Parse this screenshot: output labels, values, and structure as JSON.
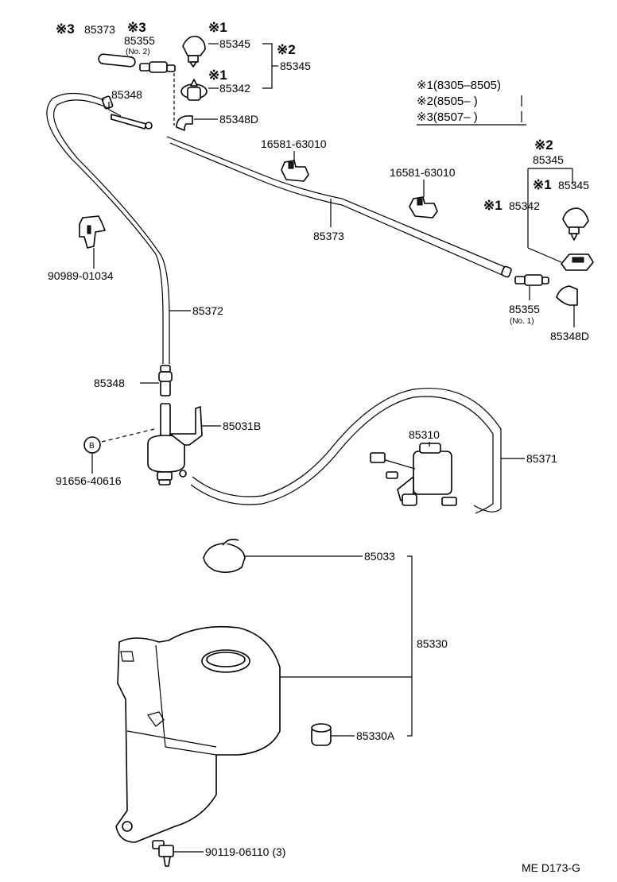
{
  "markers": {
    "k1": "※1",
    "k2": "※2",
    "k3": "※3"
  },
  "legend": {
    "r1": "※1(8305–8505)",
    "r2": "※2(8505–      )",
    "r3": "※3(8507–      )"
  },
  "labels": {
    "p85373_top": "85373",
    "p85355_top": "85355",
    "p85355_top_sub": "(No. 2)",
    "p85345_a": "85345",
    "p85345_group": "85345",
    "p85342_a": "85342",
    "p85348_a": "85348",
    "p85348d_a": "85348D",
    "p16581_a": "16581-63010",
    "p16581_b": "16581-63010",
    "p85373_mid": "85373",
    "p85345_r_group": "85345",
    "p85345_r": "85345",
    "p85342_r": "85342",
    "p90989": "90989-01034",
    "p85372": "85372",
    "p85355_r": "85355",
    "p85355_r_sub": "(No. 1)",
    "p85348d_r": "85348D",
    "p85348_b": "85348",
    "p85031b": "85031B",
    "p85310": "85310",
    "p85371": "85371",
    "b_mark": "B",
    "p91656": "91656-40616",
    "p85033": "85033",
    "p85330": "85330",
    "p85330a": "85330A",
    "p90119": "90119-06110 (3)",
    "ref_code": "ME  D173-G"
  }
}
